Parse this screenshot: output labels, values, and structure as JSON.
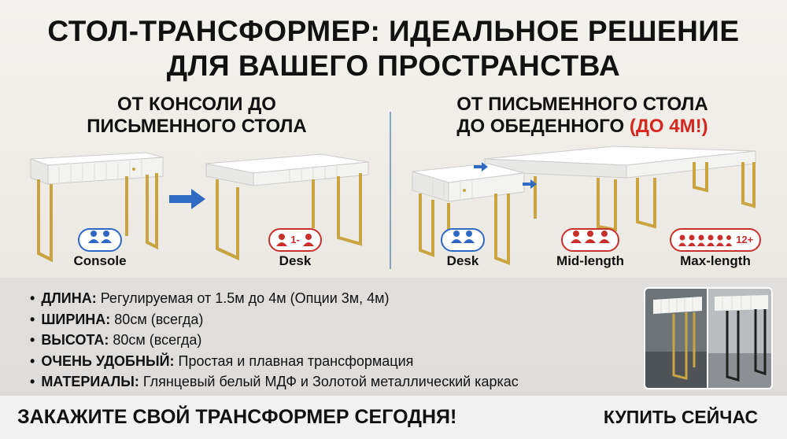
{
  "headline": {
    "line1": "СТОЛ-ТРАНСФОРМЕР: ИДЕАЛЬНОЕ РЕШЕНИЕ",
    "line2": "ДЛЯ ВАШЕГО ПРОСТРАНСТВА"
  },
  "left_section": {
    "title_line1": "ОТ КОНСОЛИ ДО",
    "title_line2": "ПИСЬМЕННОГО СТОЛА",
    "modes": [
      {
        "label": "Console",
        "badge_icon": "two-people-icon",
        "badge_color": "#2e68c4"
      },
      {
        "label": "Desk",
        "badge_icon": "one-two-people-icon",
        "badge_text": "1-",
        "badge_color": "#c9302c"
      }
    ]
  },
  "right_section": {
    "title_line1": "ОТ ПИСЬМЕННОГО СТОЛА",
    "title_line2": "ДО ОБЕДЕННОГО",
    "title_highlight": "(ДО 4М!)",
    "highlight_color": "#d6281f",
    "modes": [
      {
        "label": "Desk",
        "badge_icon": "two-people-icon",
        "badge_color": "#2e68c4"
      },
      {
        "label": "Mid-length",
        "badge_icon": "three-people-icon",
        "badge_color": "#c9302c"
      },
      {
        "label": "Max-length",
        "badge_icon": "group-people-icon",
        "badge_text": "12+",
        "badge_color": "#c9302c"
      }
    ]
  },
  "features": [
    {
      "key": "ДЛИНА:",
      "value": "Регулируемая от 1.5м до 4м (Опции 3м, 4м)"
    },
    {
      "key": "ШИРИНА:",
      "value": "80см (всегда)"
    },
    {
      "key": "ВЫСОТА:",
      "value": "80см (всегда)"
    },
    {
      "key": "ОЧЕНЬ УДОБНЫЙ:",
      "value": "Простая и плавная трансформация"
    },
    {
      "key": "МАТЕРИАЛЫ:",
      "value": "Глянцевый белый МДФ и Золотой металлический каркас"
    }
  ],
  "cta": {
    "headline": "ЗАКАЖИТЕ СВОЙ ТРАНСФОРМЕР СЕГОДНЯ!",
    "button_label": "КУПИТЬ СЕЙЧАС"
  },
  "colors": {
    "gold": "#c9a441",
    "arrow_blue": "#2f6bc2",
    "tabletop_white": "#f7f7f5"
  }
}
